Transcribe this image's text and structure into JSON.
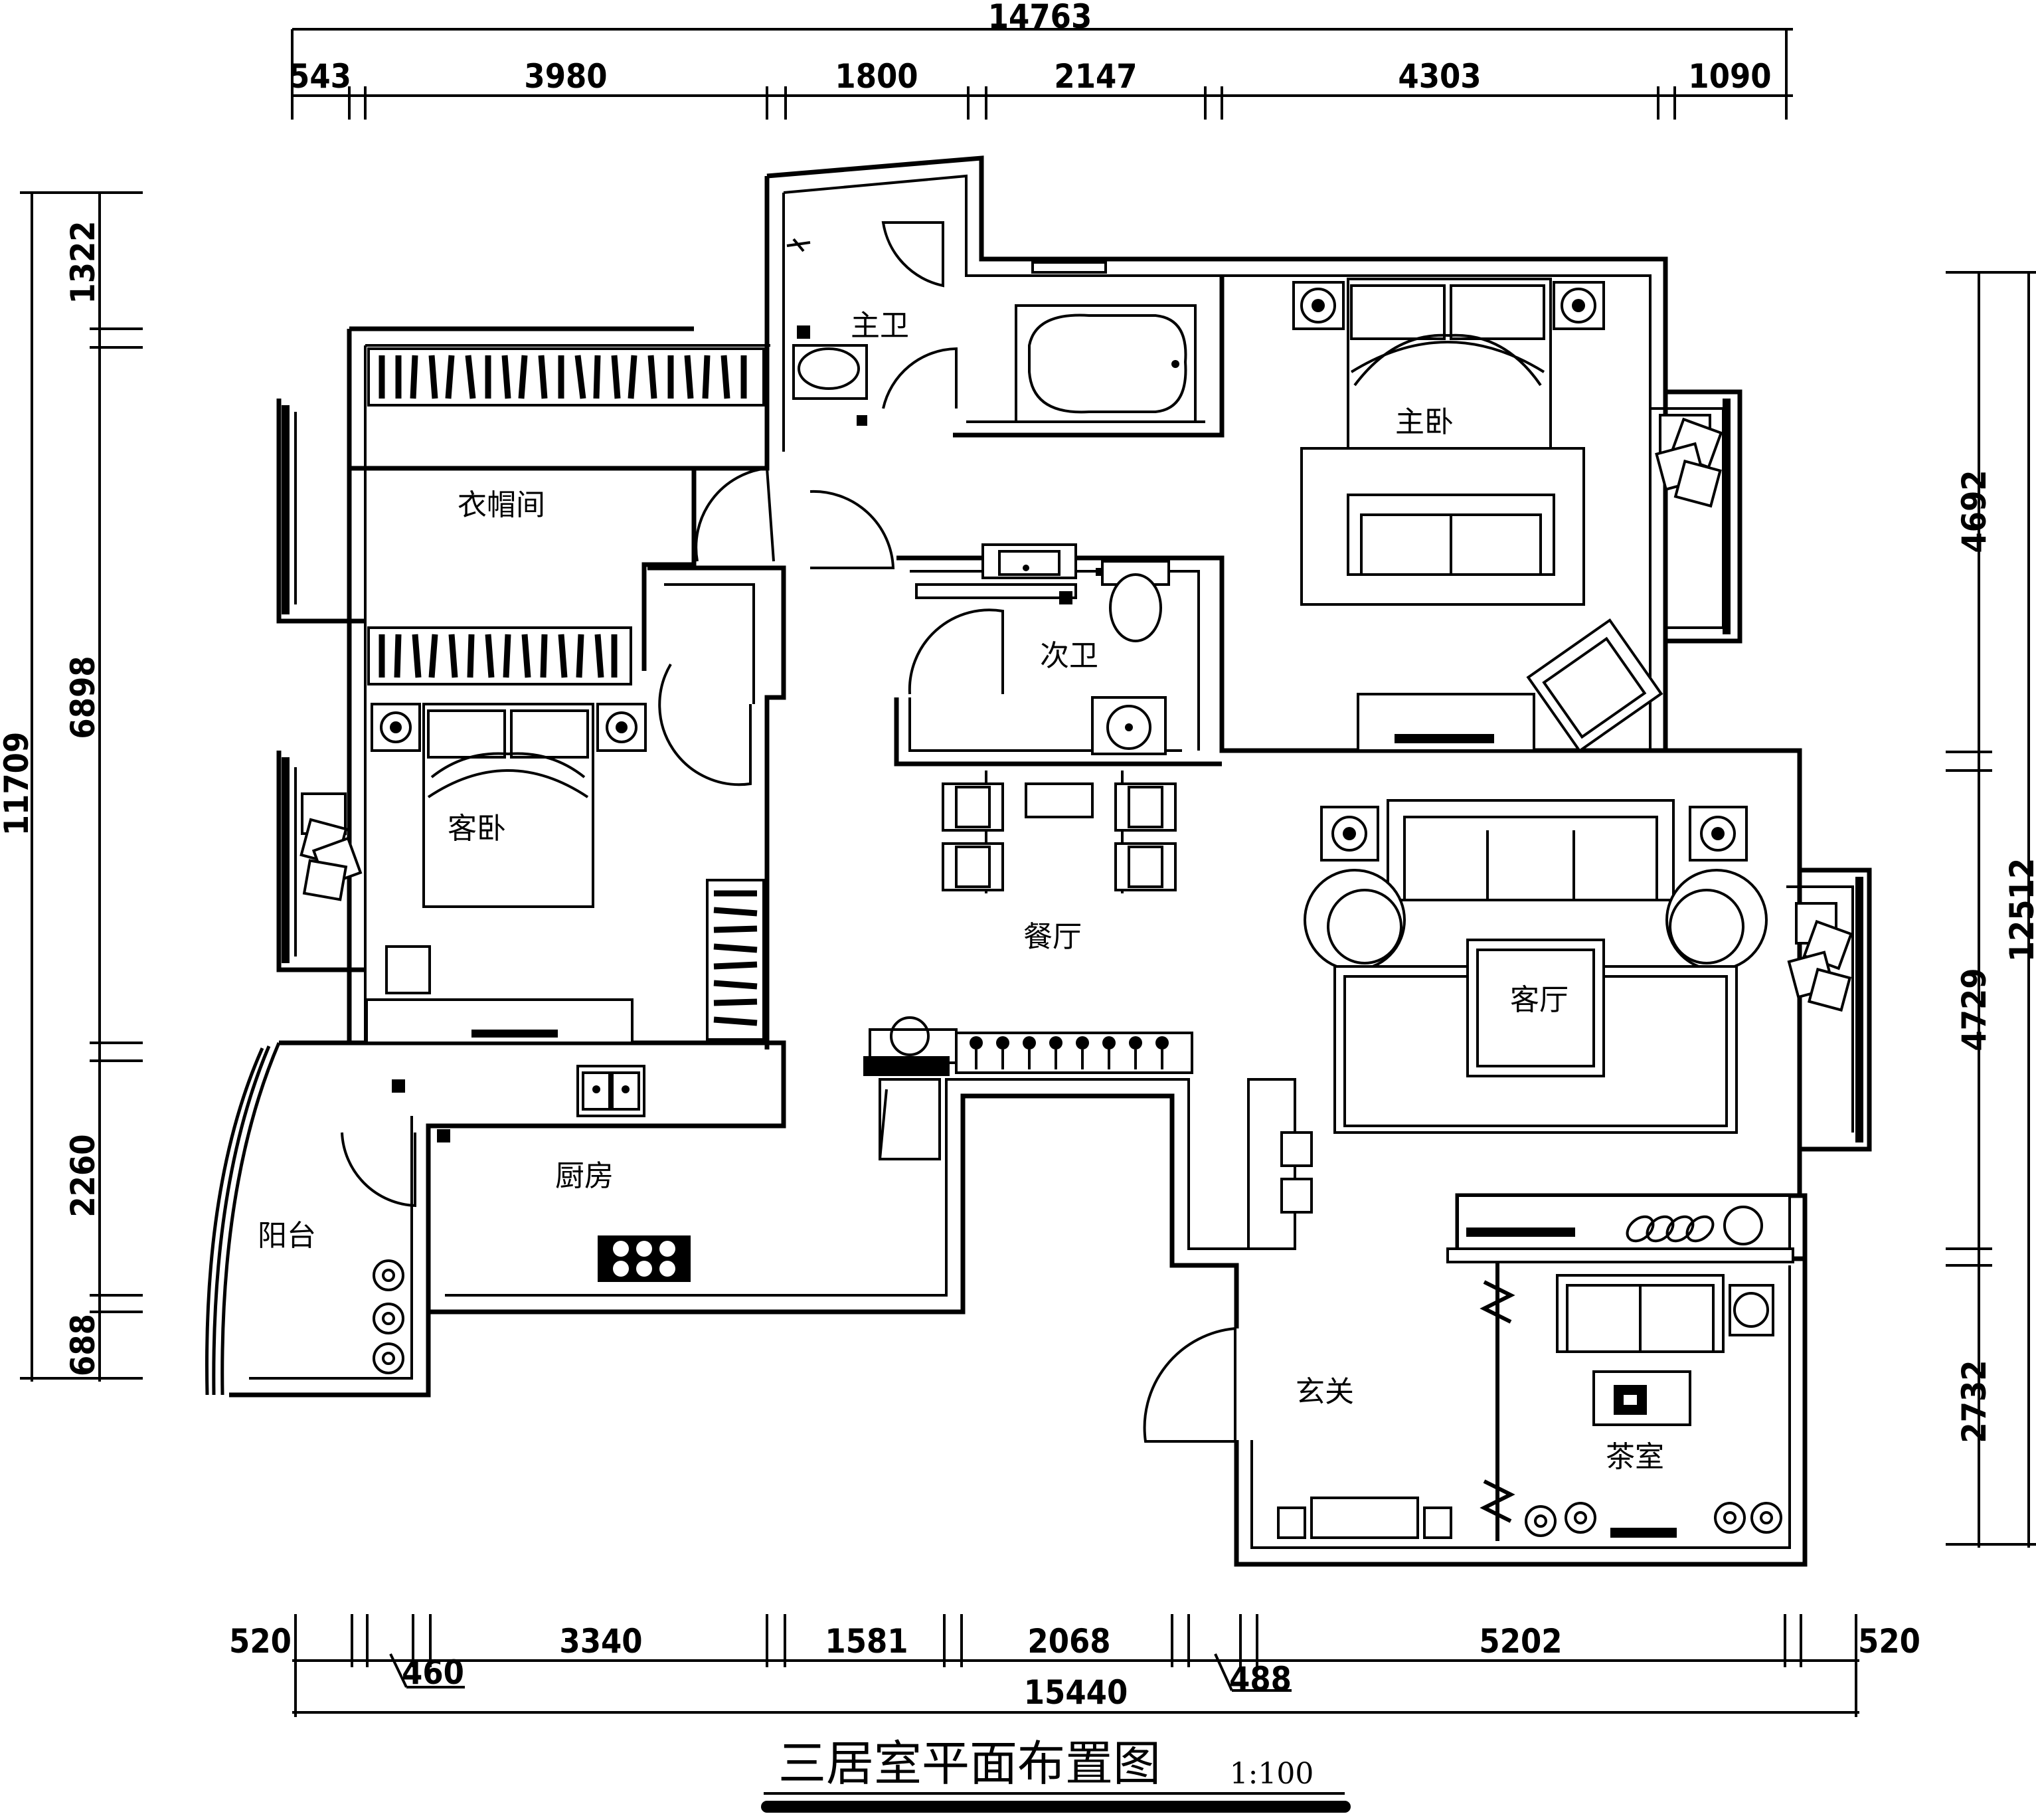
{
  "title": "三居室平面布置图",
  "scale": "1:100",
  "rooms": {
    "master_bath": "主卫",
    "master_bed": "主卧",
    "wardrobe": "衣帽间",
    "second_bath": "次卫",
    "guest_bed": "客卧",
    "dining": "餐厅",
    "living": "客厅",
    "kitchen": "厨房",
    "balcony": "阳台",
    "foyer": "玄关",
    "tea_room": "茶室"
  },
  "dimensions": {
    "top_total": "14763",
    "top": [
      "543",
      "3980",
      "1800",
      "2147",
      "4303",
      "1090"
    ],
    "left_total": "11709",
    "left": [
      "1322",
      "6898",
      "2260",
      "688"
    ],
    "right_total": "12512",
    "right": [
      "4692",
      "4729",
      "2732"
    ],
    "bottom_total": "15440",
    "bottom": [
      "520",
      "3340",
      "1581",
      "2068",
      "5202",
      "520"
    ],
    "bottom_small": [
      "460",
      "488"
    ]
  }
}
